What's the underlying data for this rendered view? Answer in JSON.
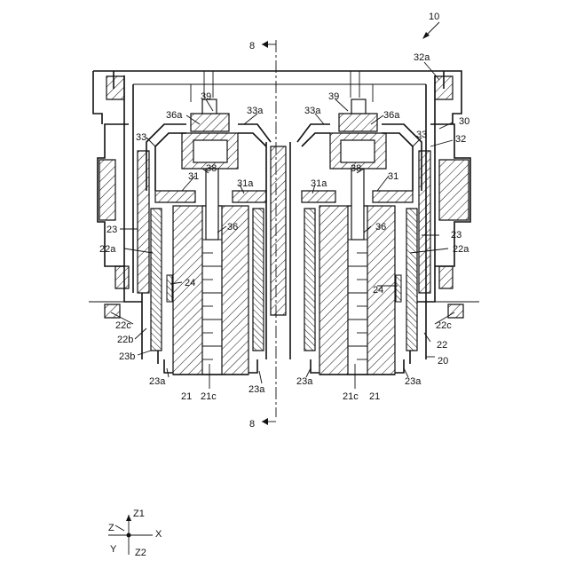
{
  "figure": {
    "ref_main": "10",
    "section_mark": "8",
    "labels": {
      "l32a": "32a",
      "l30": "30",
      "l32": "32",
      "l39": "39",
      "l36a": "36a",
      "l33a": "33a",
      "l33": "33",
      "l38": "38",
      "l31": "31",
      "l31a": "31a",
      "l36": "36",
      "l23": "23",
      "l22a": "22a",
      "l24": "24",
      "l22c": "22c",
      "l22b": "22b",
      "l23b": "23b",
      "l23a": "23a",
      "l22": "22",
      "l20": "20",
      "l21": "21",
      "l21c": "21c"
    },
    "axes": {
      "z1": "Z1",
      "z": "Z",
      "x": "X",
      "y": "Y",
      "z2": "Z2"
    }
  }
}
